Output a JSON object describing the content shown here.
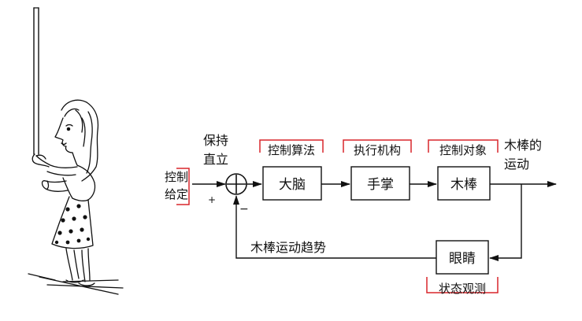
{
  "diagram": {
    "setpoint_caption": [
      "保持",
      "直立"
    ],
    "input_label": [
      "控制",
      "给定"
    ],
    "plus_sign": "+",
    "minus_sign": "−",
    "blocks": {
      "brain": "大脑",
      "palm": "手掌",
      "stick": "木棒",
      "eyes": "眼睛"
    },
    "role_labels": {
      "algorithm": "控制算法",
      "actuator": "执行机构",
      "plant": "控制对象",
      "observer": "状态观测"
    },
    "output_label": [
      "木棒的",
      "运动"
    ],
    "feedback_label": "木棒运动趋势",
    "colors": {
      "line": "#111111",
      "annotation_bracket": "#d9262b",
      "block_fill": "#ffffff"
    }
  }
}
